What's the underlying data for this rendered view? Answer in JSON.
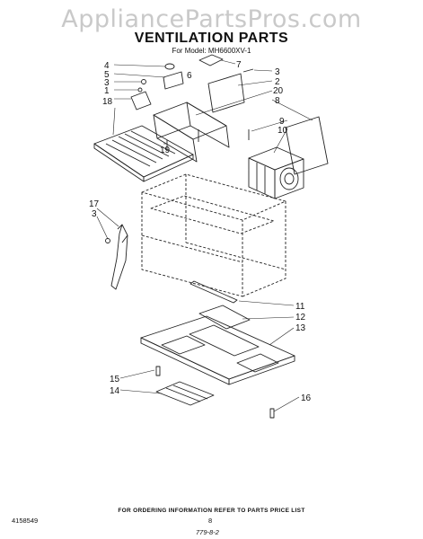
{
  "watermark": "AppliancePartsPros.com",
  "title": "VENTILATION PARTS",
  "subtitle": "For Model: MH6600XV-1",
  "callouts": [
    "4",
    "5",
    "3",
    "1",
    "18",
    "6",
    "7",
    "3",
    "2",
    "20",
    "8",
    "19",
    "9",
    "10",
    "17",
    "3",
    "11",
    "12",
    "13",
    "15",
    "14",
    "16"
  ],
  "footer": {
    "ordering_note": "FOR ORDERING INFORMATION REFER TO PARTS PRICE LIST",
    "doc_number": "4158549",
    "page_number": "8",
    "date_stamp": "779-8-2"
  }
}
